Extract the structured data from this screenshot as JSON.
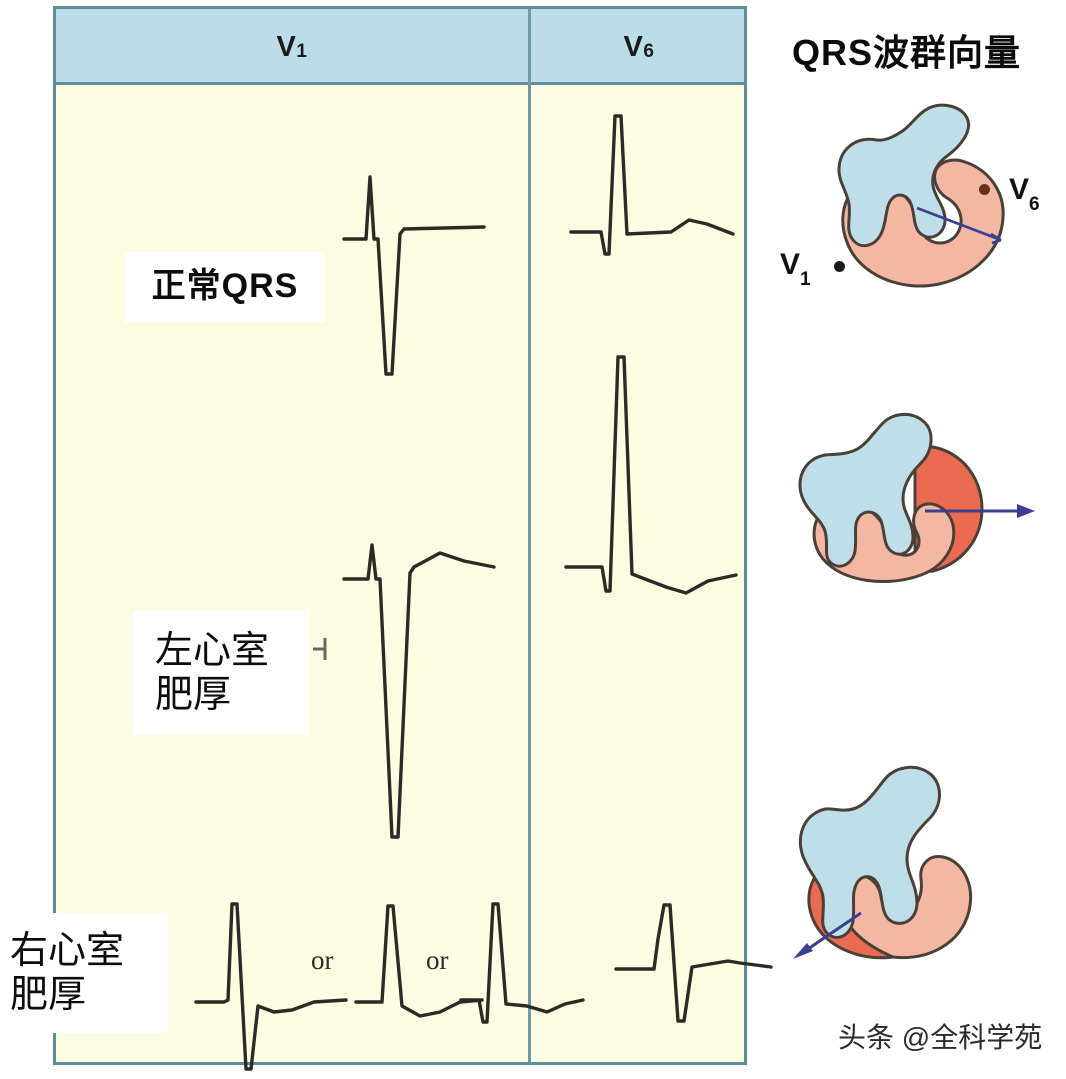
{
  "table": {
    "columns": [
      {
        "id": "v1",
        "label": "V",
        "sub": "1"
      },
      {
        "id": "v6",
        "label": "V",
        "sub": "6"
      }
    ],
    "rows": [
      {
        "id": "normal",
        "label_lines": [
          "正常QRS"
        ],
        "v1_pattern": "rS — small r wave, deep S wave",
        "v6_pattern": "qR — small q, tall R wave, upright T"
      },
      {
        "id": "lvh",
        "label_lines": [
          "左心室",
          "肥厚"
        ],
        "v1_pattern": "rS — very deep S wave",
        "v6_pattern": "tall R with ST depression and T inversion"
      },
      {
        "id": "rvh",
        "label_lines": [
          "右心室",
          "肥厚"
        ],
        "v1_pattern": "tall R / qR variants",
        "v6_pattern": "RS — small R with deep S wave",
        "variant_separator": "or",
        "variant_count": 3
      }
    ]
  },
  "right_panel": {
    "title": "QRS波群向量",
    "diagrams": [
      {
        "id": "normal-vector",
        "lead_labels": [
          {
            "text": "V",
            "sub": "1"
          },
          {
            "text": "V",
            "sub": "6"
          }
        ],
        "arrow_direction": "right-down toward V6"
      },
      {
        "id": "lvh-vector",
        "lead_labels": [],
        "arrow_direction": "right (leftward-ventricle dominance)"
      },
      {
        "id": "rvh-vector",
        "lead_labels": [],
        "arrow_direction": "down-left (rightward-ventricle dominance)"
      }
    ]
  },
  "watermark": {
    "text": "头条 @全科学苑"
  },
  "colors": {
    "table_border": "#5d8e99",
    "header_fill": "#bcdcea",
    "body_fill": "#fcfce2",
    "trace": "#2b2a25",
    "ventricle_cavity": "#bfdeea",
    "myocardium_light": "#f4b7a3",
    "myocardium_thick": "#ea6a52",
    "outline": "#4a4038",
    "arrow": "#3b3f8f"
  }
}
